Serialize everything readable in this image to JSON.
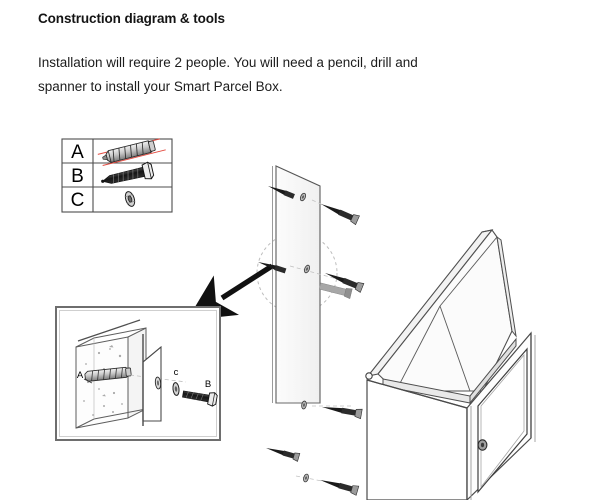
{
  "document": {
    "title": "Construction diagram & tools",
    "paragraph_line_1": "Installation will require 2 people. You will need a pencil, drill",
    "paragraph_line_2": "and spanner to install your Smart Parcel Box.",
    "paragraph_full": "Installation will require 2 people. You will need a pencil, drill and spanner to install your Smart Parcel Box."
  },
  "parts_table": {
    "rows": [
      {
        "key": "A",
        "part": "wall-plug-anchor-icon"
      },
      {
        "key": "B",
        "part": "hex-bolt-screw-icon"
      },
      {
        "key": "C",
        "part": "washer-icon"
      }
    ]
  },
  "detail_inset": {
    "labels": {
      "wall_plug": "A",
      "washer": "c",
      "bolt": "B"
    }
  },
  "exploded_view": {
    "components": [
      "parcel-box-body",
      "parcel-box-lid",
      "parcel-box-door",
      "door-lock",
      "mounting-backplate",
      "fixing-screws"
    ]
  },
  "colors": {
    "ink": "#1a1a1a",
    "line": "#555555",
    "accent_red": "#e03a2f",
    "metal_light": "#d9d9d9",
    "metal_mid": "#9a9a9a",
    "metal_dark": "#3a3a3a",
    "inset_border": "#6e6e6e",
    "dashed_guide": "#b4b4b4"
  }
}
